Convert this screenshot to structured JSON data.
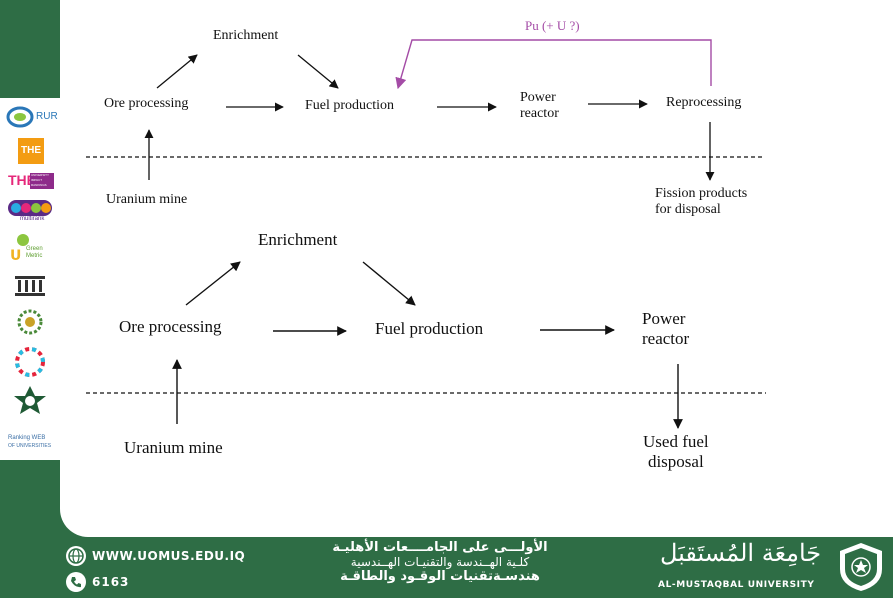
{
  "diagram": {
    "top": {
      "enrichment": "Enrichment",
      "ore_processing": "Ore processing",
      "fuel_production": "Fuel production",
      "power_reactor": [
        "Power",
        "reactor"
      ],
      "reprocessing": "Reprocessing",
      "uranium_mine": "Uranium mine",
      "fission_products": [
        "Fission products",
        "for disposal"
      ],
      "recycle_label": "Pu (+ U ?)"
    },
    "bottom": {
      "enrichment": "Enrichment",
      "ore_processing": "Ore processing",
      "fuel_production": "Fuel production",
      "power_reactor": [
        "Power",
        "reactor"
      ],
      "uranium_mine": "Uranium mine",
      "used_fuel": [
        "Used fuel",
        "disposal"
      ]
    },
    "colors": {
      "arrow": "#111111",
      "recycle": "#a44ca6",
      "accent": "#2e6d45"
    }
  },
  "sidebar": {
    "logos": {
      "rur": "RUR",
      "the": "THE",
      "the_impact": "THE",
      "the_impact_sub": [
        "UNIVERSITY",
        "IMPACT",
        "RANKINGS"
      ],
      "multirank": "multirank",
      "ui_green": "Green",
      "ui_green_sub": "Metric",
      "ranking_web": [
        "Ranking WEB",
        "OF UNIVERSITIES"
      ]
    }
  },
  "footer": {
    "website": "WWW.UOMUS.EDU.IQ",
    "phone": "6163",
    "arabic_line1": "الأولـــى على الجامــــعات الأهليـة",
    "arabic_line2": "كلـية الهــندسة والتقنيـات الهــندسية",
    "arabic_line3": "هندسـةتقنيات الوقـود والطاقـة",
    "university_ar": "جَامِعَة المُستَقبَل",
    "university_en": "AL-MUSTAQBAL UNIVERSITY"
  }
}
